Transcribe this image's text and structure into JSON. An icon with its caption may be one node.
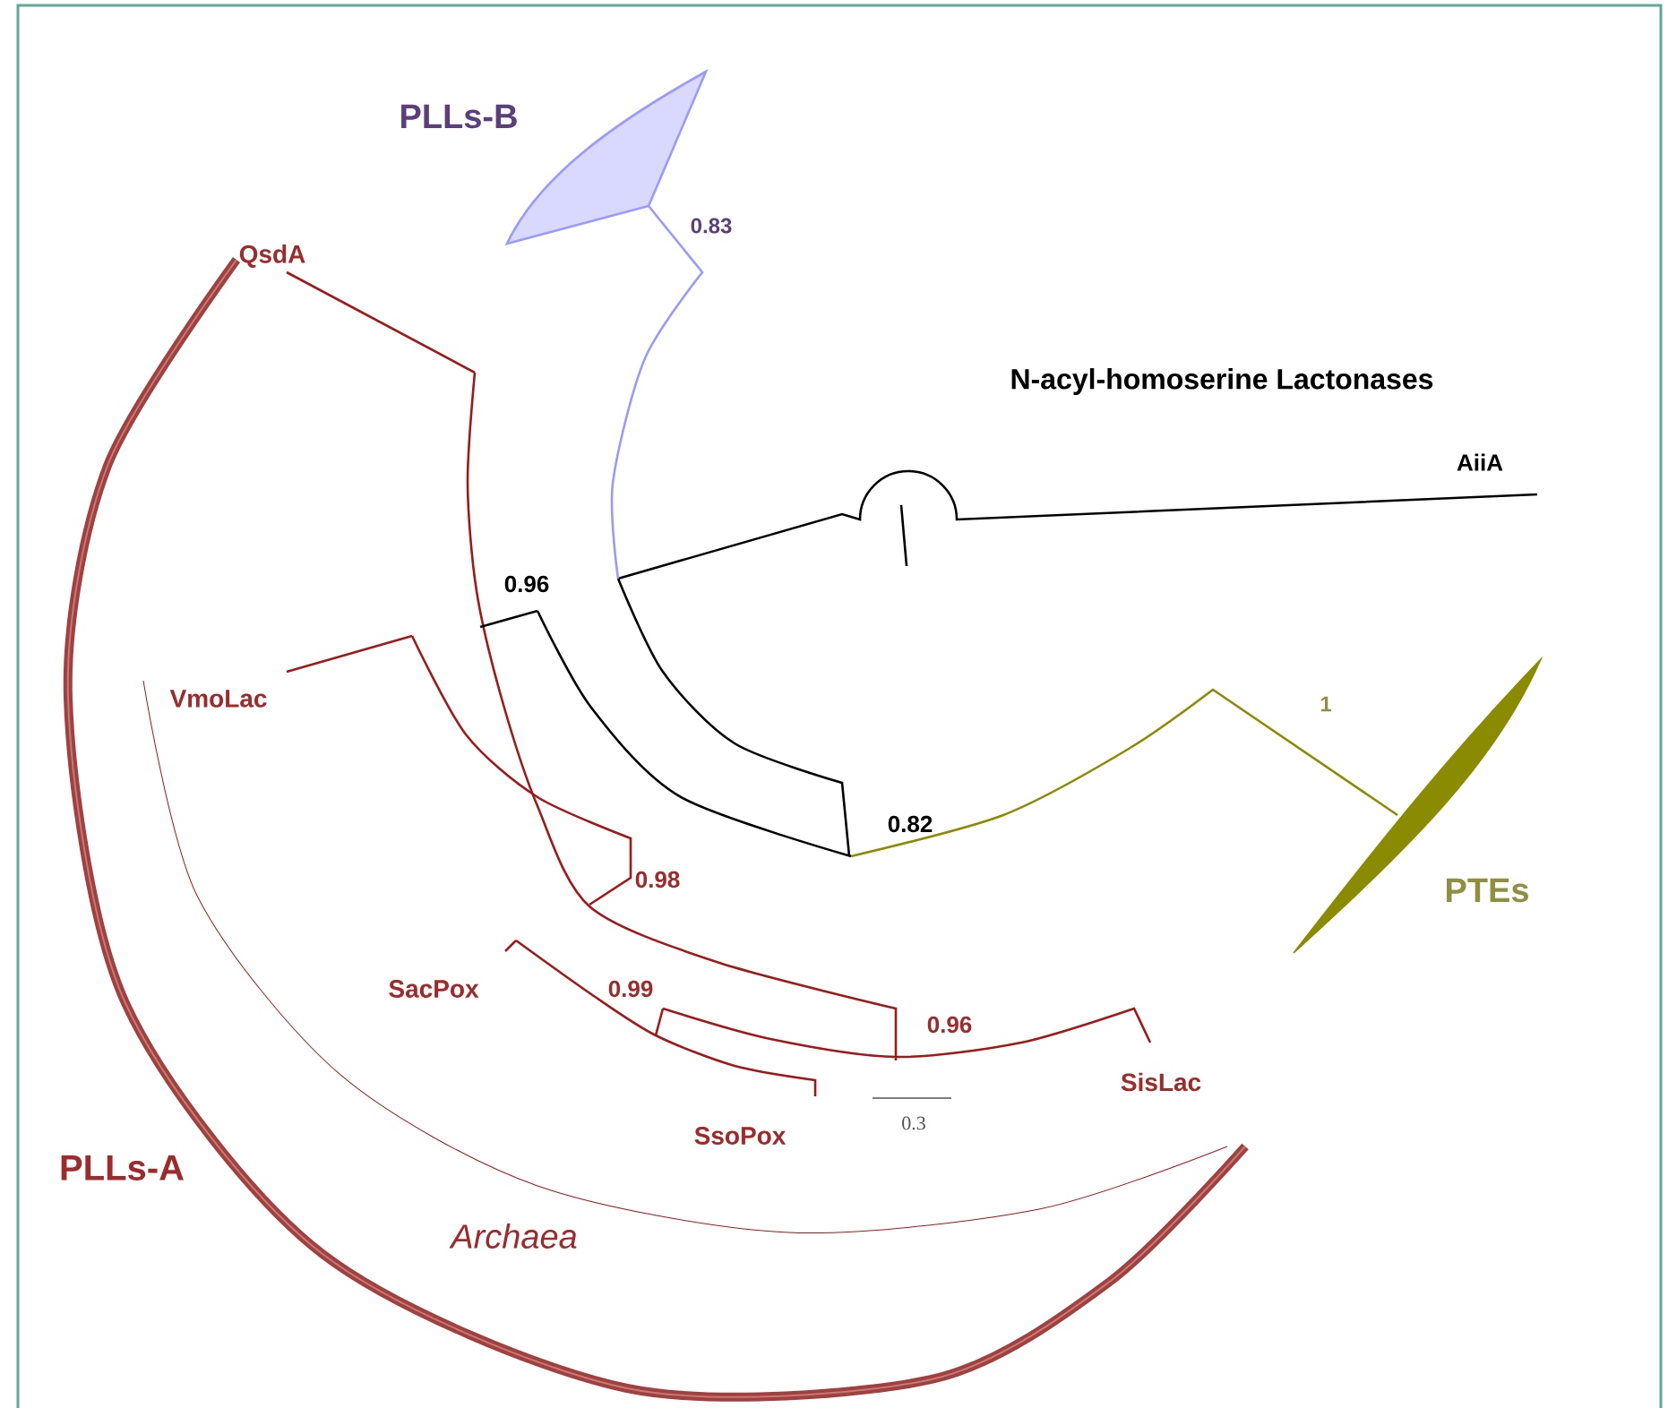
{
  "diagram": {
    "labels": [
      "PLLs-B",
      "0.83",
      "QsdA",
      "N-acyl-homoserine Lactonases",
      "AiiA",
      "0.96",
      "VmoLac",
      "1",
      "0.82",
      "0.98",
      "PTEs",
      "SacPox",
      "0.99",
      "0.96",
      "SisLac",
      "SsoPox",
      "0.3",
      "PLLs-A",
      "Archaea"
    ]
  }
}
